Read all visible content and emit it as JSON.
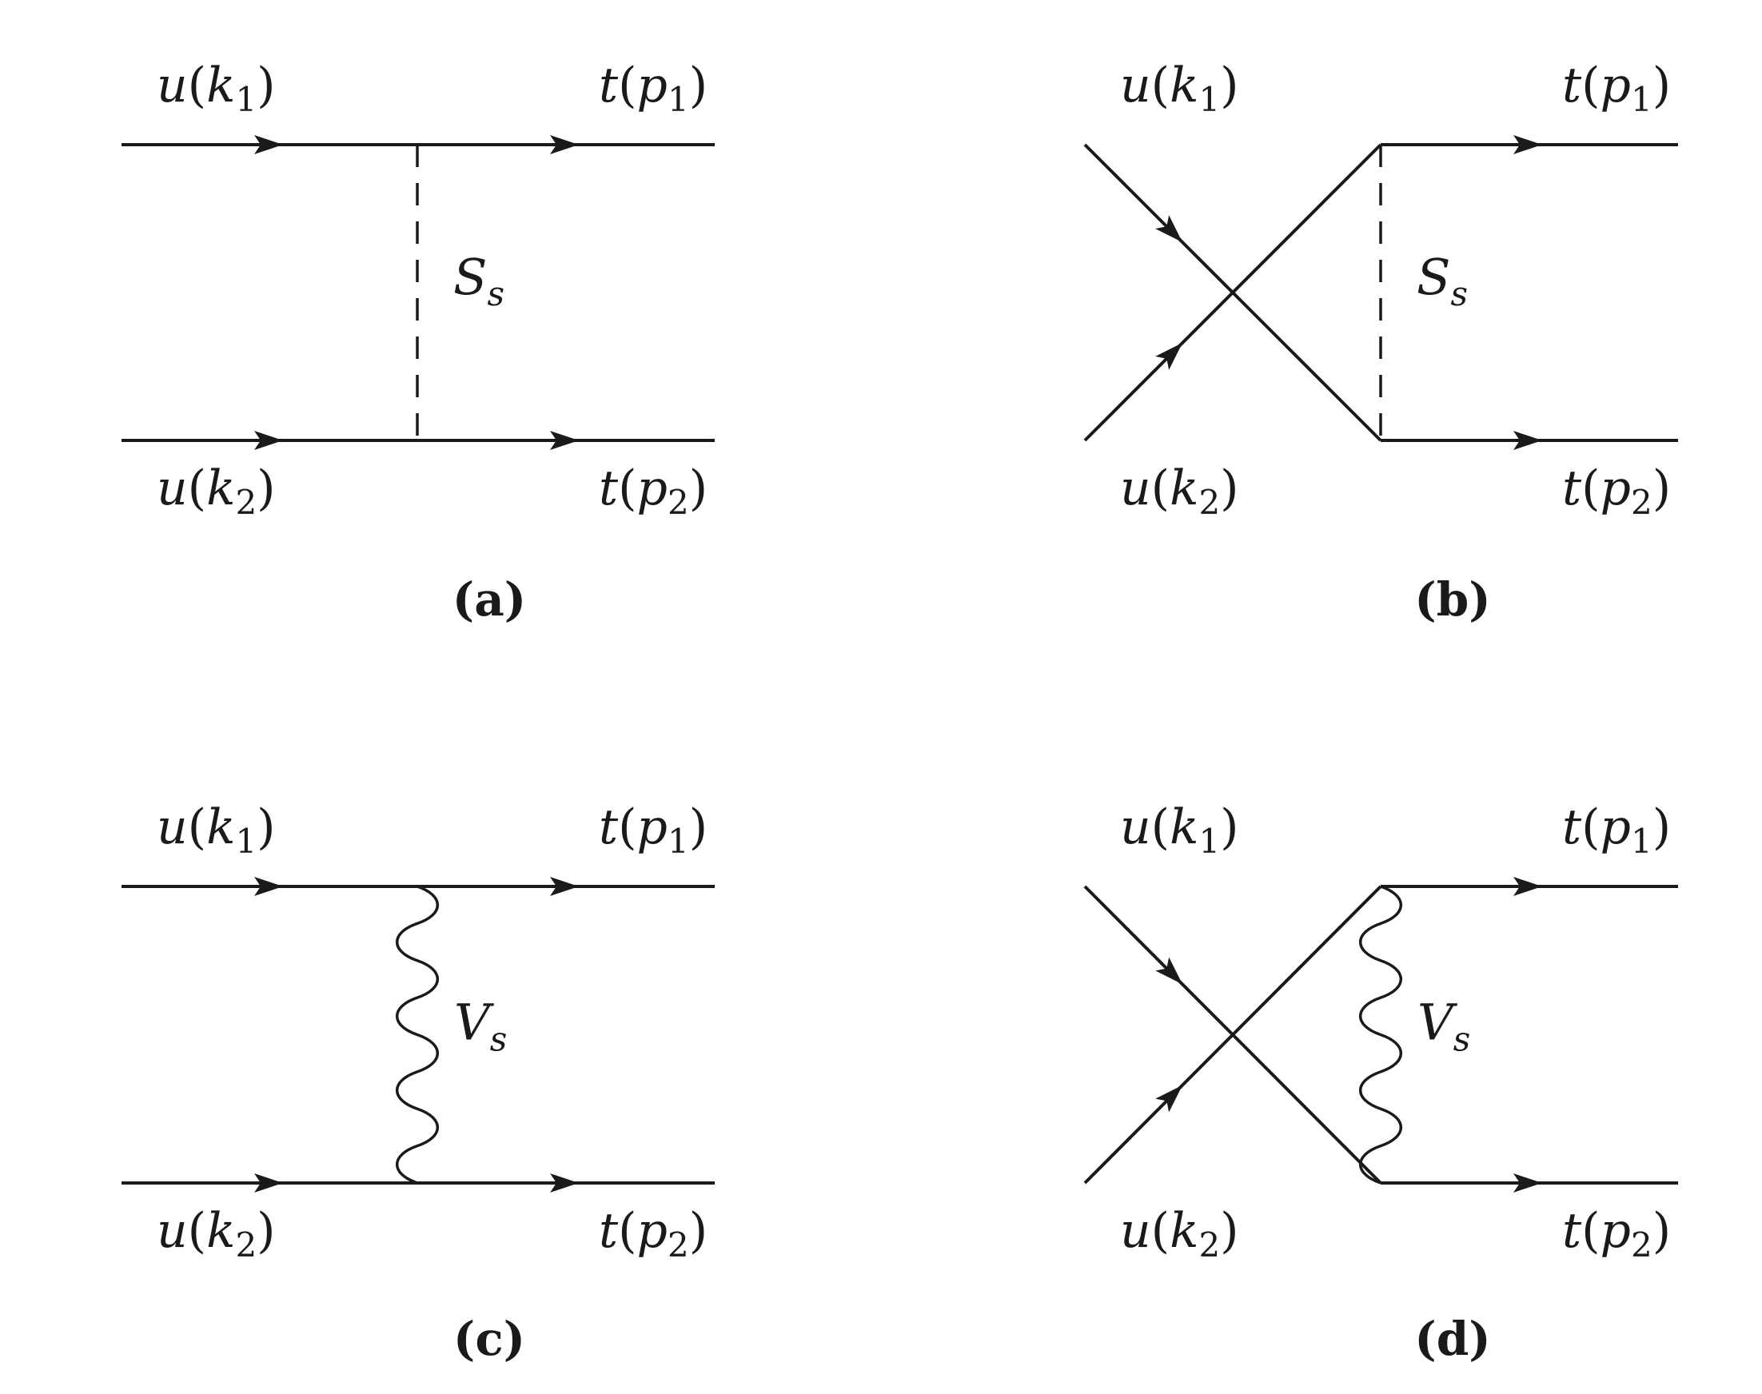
{
  "diagrams": [
    {
      "id": "a",
      "caption": "(a)",
      "mediator": "scalar",
      "crossed": false,
      "mediator_label": {
        "base": "S",
        "sub": "s"
      },
      "in_top": {
        "field": "u",
        "arg": "k",
        "sub": "1"
      },
      "in_bottom": {
        "field": "u",
        "arg": "k",
        "sub": "2"
      },
      "out_top": {
        "field": "t",
        "arg": "p",
        "sub": "1"
      },
      "out_bottom": {
        "field": "t",
        "arg": "p",
        "sub": "2"
      }
    },
    {
      "id": "b",
      "caption": "(b)",
      "mediator": "scalar",
      "crossed": true,
      "mediator_label": {
        "base": "S",
        "sub": "s"
      },
      "in_top": {
        "field": "u",
        "arg": "k",
        "sub": "1"
      },
      "in_bottom": {
        "field": "u",
        "arg": "k",
        "sub": "2"
      },
      "out_top": {
        "field": "t",
        "arg": "p",
        "sub": "1"
      },
      "out_bottom": {
        "field": "t",
        "arg": "p",
        "sub": "2"
      }
    },
    {
      "id": "c",
      "caption": "(c)",
      "mediator": "vector",
      "crossed": false,
      "mediator_label": {
        "base": "V",
        "sub": "s"
      },
      "in_top": {
        "field": "u",
        "arg": "k",
        "sub": "1"
      },
      "in_bottom": {
        "field": "u",
        "arg": "k",
        "sub": "2"
      },
      "out_top": {
        "field": "t",
        "arg": "p",
        "sub": "1"
      },
      "out_bottom": {
        "field": "t",
        "arg": "p",
        "sub": "2"
      }
    },
    {
      "id": "d",
      "caption": "(d)",
      "mediator": "vector",
      "crossed": true,
      "mediator_label": {
        "base": "V",
        "sub": "s"
      },
      "in_top": {
        "field": "u",
        "arg": "k",
        "sub": "1"
      },
      "in_bottom": {
        "field": "u",
        "arg": "k",
        "sub": "2"
      },
      "out_top": {
        "field": "t",
        "arg": "p",
        "sub": "1"
      },
      "out_bottom": {
        "field": "t",
        "arg": "p",
        "sub": "2"
      }
    }
  ]
}
